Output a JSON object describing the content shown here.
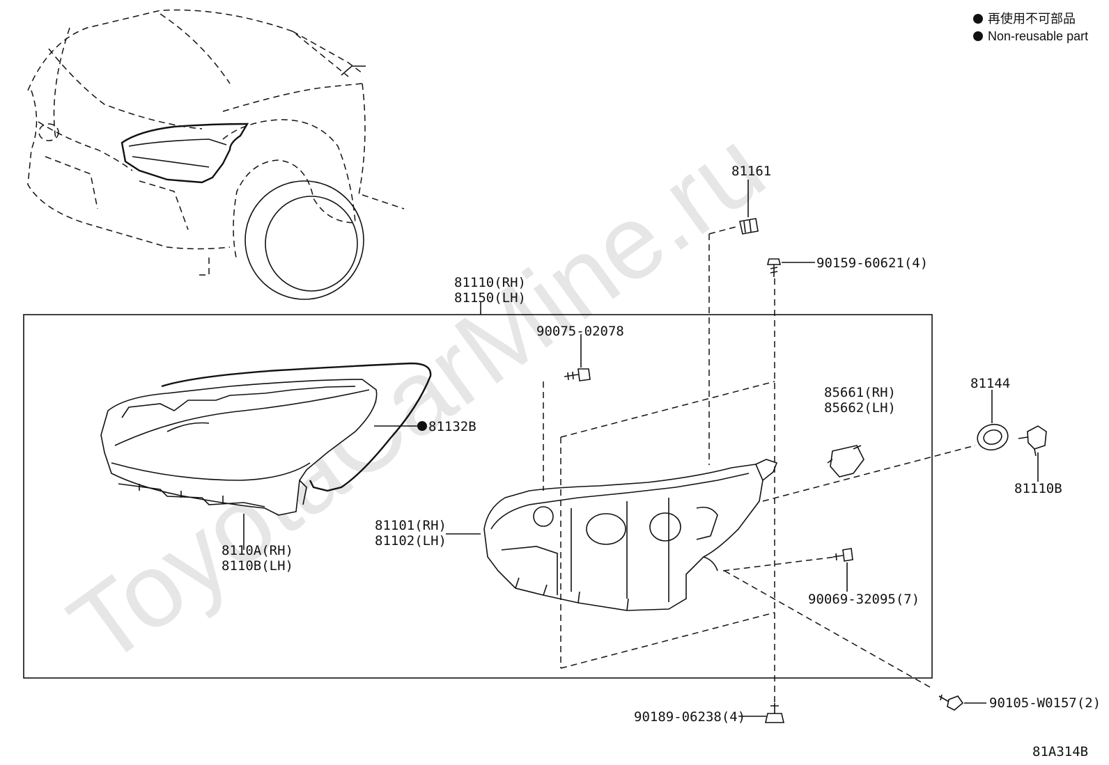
{
  "legend": {
    "jp": "再使用不可部品",
    "en": "Non-reusable part"
  },
  "watermark": "ToyotaCarMine.ru",
  "diagram_code": "81A314B",
  "parts": {
    "p81161": "81161",
    "p90159": "90159-60621(4)",
    "assy_rh": "81110(RH)",
    "assy_lh": "81150(LH)",
    "p90075": "90075-02078",
    "p85661": "85661(RH)",
    "p85662": "85662(LH)",
    "p81144": "81144",
    "p81132b": "81132B",
    "p81110b": "81110B",
    "p81101": "81101(RH)",
    "p81102": "81102(LH)",
    "p8110a": "8110A(RH)",
    "p8110b": "8110B(LH)",
    "p90069": "90069-32095(7)",
    "p90189": "90189-06238(4)",
    "p90105": "90105-W0157(2)"
  }
}
